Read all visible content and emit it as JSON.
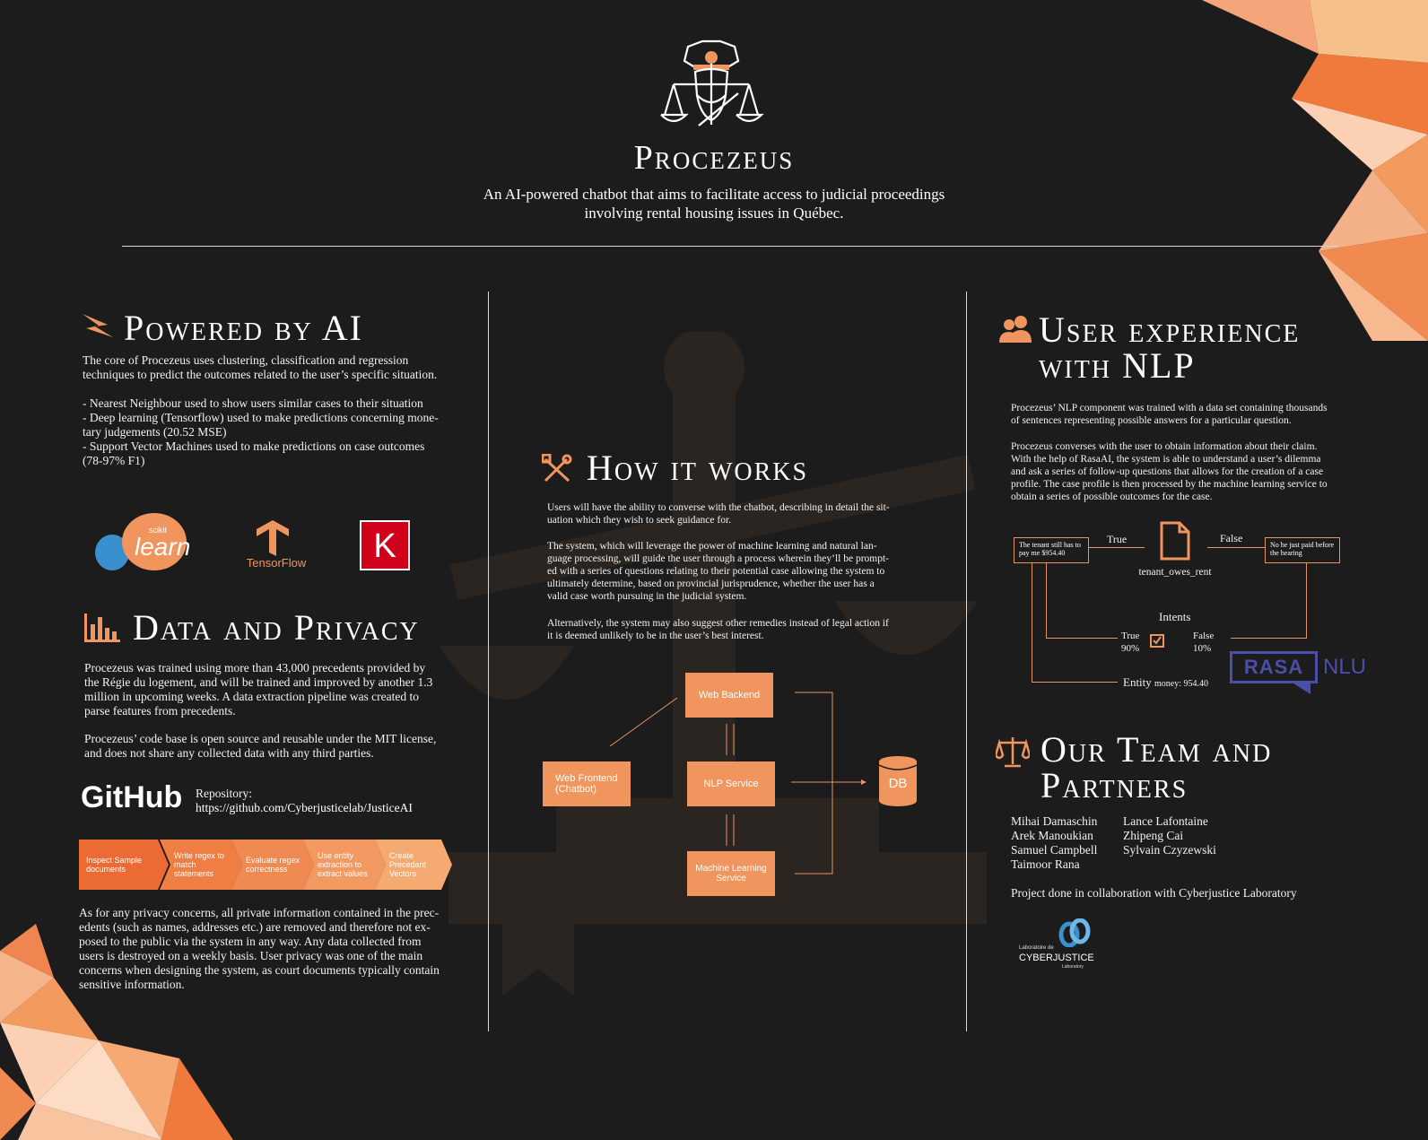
{
  "header": {
    "title": "Procezeus",
    "subtitle_line1": "An AI-powered chatbot that aims to facilitate access to judicial proceedings",
    "subtitle_line2": "involving rental housing issues in Québec."
  },
  "powered": {
    "heading": "Powered by AI",
    "intro": "The core of Procezeus uses clustering, classification and regression\ntechniques to predict the outcomes related to the user’s specific situation.",
    "bullets": "- Nearest Neighbour used to show users similar cases to their situation\n- Deep learning (Tensorflow) used to make predictions concerning mone-\ntary judgements (20.52 MSE)\n- Support Vector Machines used to make predictions on case outcomes\n(78-97% F1)",
    "logos": {
      "sklearn_small": "scikit",
      "sklearn_big": "learn",
      "tensorflow": "TensorFlow",
      "keras": "K"
    }
  },
  "privacy": {
    "heading": "Data and Privacy",
    "p1": "Procezeus was trained using more than 43,000 precedents provided by\nthe Régie du logement, and will be trained and improved by another 1.3\nmillion in upcoming weeks. A data extraction pipeline was created to\nparse features from precedents.",
    "p2": "Procezeus’ code base is open source and reusable under the MIT license,\nand does not share any collected data with any third parties.",
    "github_logo": "GitHub",
    "repo_label": "Repository:",
    "repo_url": "https://github.com/Cyberjusticelab/JusticeAI",
    "pipeline": [
      "Inspect Sample\ndocuments",
      "Write regex to\nmatch\nstatements",
      "Evaluate regex\ncorrectness",
      "Use entity\nextraction to\nextract values",
      "Create\nPrecedent\nVectors"
    ],
    "p3": "As for any privacy concerns, all private information contained in the prec-\nedents (such as names, addresses etc.) are removed and therefore not ex-\nposed to the public via the system in any way. Any data collected from\nusers is destroyed on a weekly basis. User privacy was one of the main\nconcerns when designing the system, as court documents typically contain\nsensitive information."
  },
  "how": {
    "heading": "How it works",
    "p1": "Users will have the ability to converse with the chatbot, describing in detail the sit-\nuation which they wish to seek guidance for.",
    "p2": "The system, which will leverage the power of machine learning and natural lan-\nguage processing, will guide the user through a process wherein they’ll be prompt-\ned with a series of questions relating to their potential case allowing the system to\nultimately determine, based on provincial jurisprudence, whether the user has a\nvalid case worth pursuing in the judicial system.",
    "p3": "Alternatively, the system may also suggest other remedies instead of legal action if\nit is deemed unlikely to be in the user’s best interest.",
    "diagram": {
      "web_backend": "Web Backend",
      "web_frontend": "Web Frontend\n(Chatbot)",
      "nlp_service": "NLP Service",
      "ml_service": "Machine Learning\nService",
      "db": "DB"
    }
  },
  "ux": {
    "heading_line1": "User experience",
    "heading_line2": "with NLP",
    "p1": "Procezeus’ NLP component was trained with a data set containing thousands\nof sentences representing possible answers for a particular question.",
    "p2": "Procezeus converses with the user to obtain information about their claim.\nWith the help of RasaAI, the system is able to understand a user’s dilemma\nand ask a series of follow-up questions that allows for the creation of a case\nprofile. The case profile is then processed by the machine learning service to\nobtain a series of possible outcomes for the case.",
    "nlp": {
      "left_box": "The tenant still has to\npay me $954.40",
      "right_box": "No he just paid before\nthe hearing",
      "true_label": "True",
      "false_label": "False",
      "fact": "tenant_owes_rent",
      "intents": "Intents",
      "intent_true": "True",
      "intent_true_pct": "90%",
      "intent_false": "False",
      "intent_false_pct": "10%",
      "entity": "Entity",
      "entity_value": "money: 954.40"
    },
    "rasa": "RASA",
    "rasa_nlu": "NLU"
  },
  "team": {
    "heading_line1": "Our Team and",
    "heading_line2": "Partners",
    "col1": "Mihai Damaschin\nArek Manoukian\nSamuel Campbell\nTaimoor Rana",
    "col2": "Lance Lafontaine\nZhipeng Cai\nSylvain Czyzewski",
    "collab": "Project done in collaboration with Cyberjustice Laboratory",
    "lab_small": "Laboratoire de",
    "lab_name": "CYBERJUSTICE",
    "lab_tag": "Laboratory"
  },
  "colors": {
    "background": "#1c1c1c",
    "accent": "#f0955d",
    "rasa": "#4b4fa8"
  }
}
